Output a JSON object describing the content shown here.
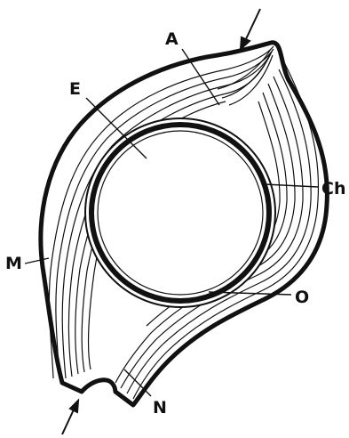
{
  "figure": {
    "labels": {
      "a": "A",
      "e": "E",
      "ch": "Ch",
      "m": "M",
      "o": "O",
      "n": "N"
    },
    "colors": {
      "ink": "#111111",
      "paper": "#ffffff"
    },
    "icons": {
      "arrow_top": "arrow-icon",
      "arrow_bottom": "arrow-icon"
    }
  }
}
